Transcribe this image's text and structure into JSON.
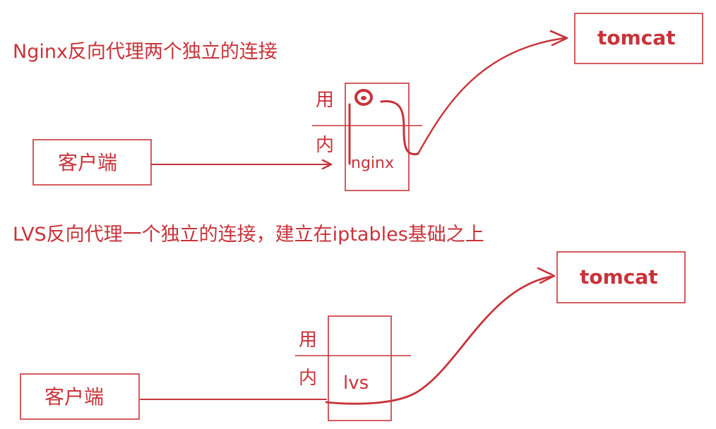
{
  "colors": {
    "ink": "#c8333a",
    "background": "#ffffff"
  },
  "nginx_section": {
    "title": "Nginx反向代理两个独立的连接",
    "client_label": "客户端",
    "user_space_label": "用",
    "kernel_space_label": "内",
    "proxy_label": "nginx",
    "backend_label": "tomcat"
  },
  "lvs_section": {
    "title": "LVS反向代理一个独立的连接，建立在iptables基础之上",
    "client_label": "客户端",
    "user_space_label": "用",
    "kernel_space_label": "内",
    "proxy_label": "lvs",
    "backend_label": "tomcat"
  }
}
